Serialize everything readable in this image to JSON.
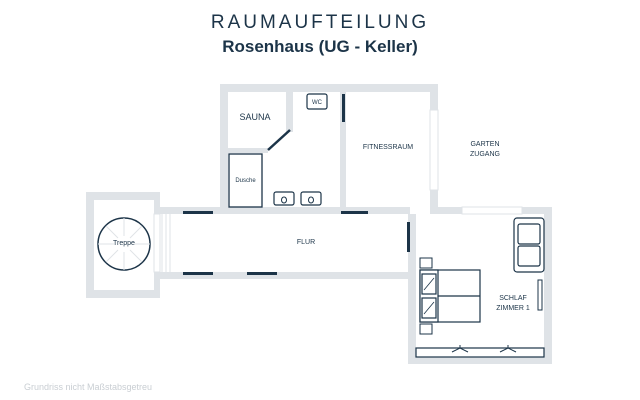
{
  "header": {
    "title": "RAUMAUFTEILUNG",
    "subtitle": "Rosenhaus (UG - Keller)"
  },
  "rooms": {
    "sauna": "SAUNA",
    "wc": "WC",
    "fitness": "FITNESSRAUM",
    "garten": "GARTEN",
    "zugang": "ZUGANG",
    "dusche": "Dusche",
    "treppe": "Treppe",
    "flur": "FLUR",
    "schlaf": "SCHLAF",
    "zimmer": "ZIMMER 1"
  },
  "footer": {
    "caption": "Grundriss nicht Maßstabsgetreu"
  },
  "colors": {
    "wall": "#dfe3e7",
    "ink": "#1c3448"
  }
}
